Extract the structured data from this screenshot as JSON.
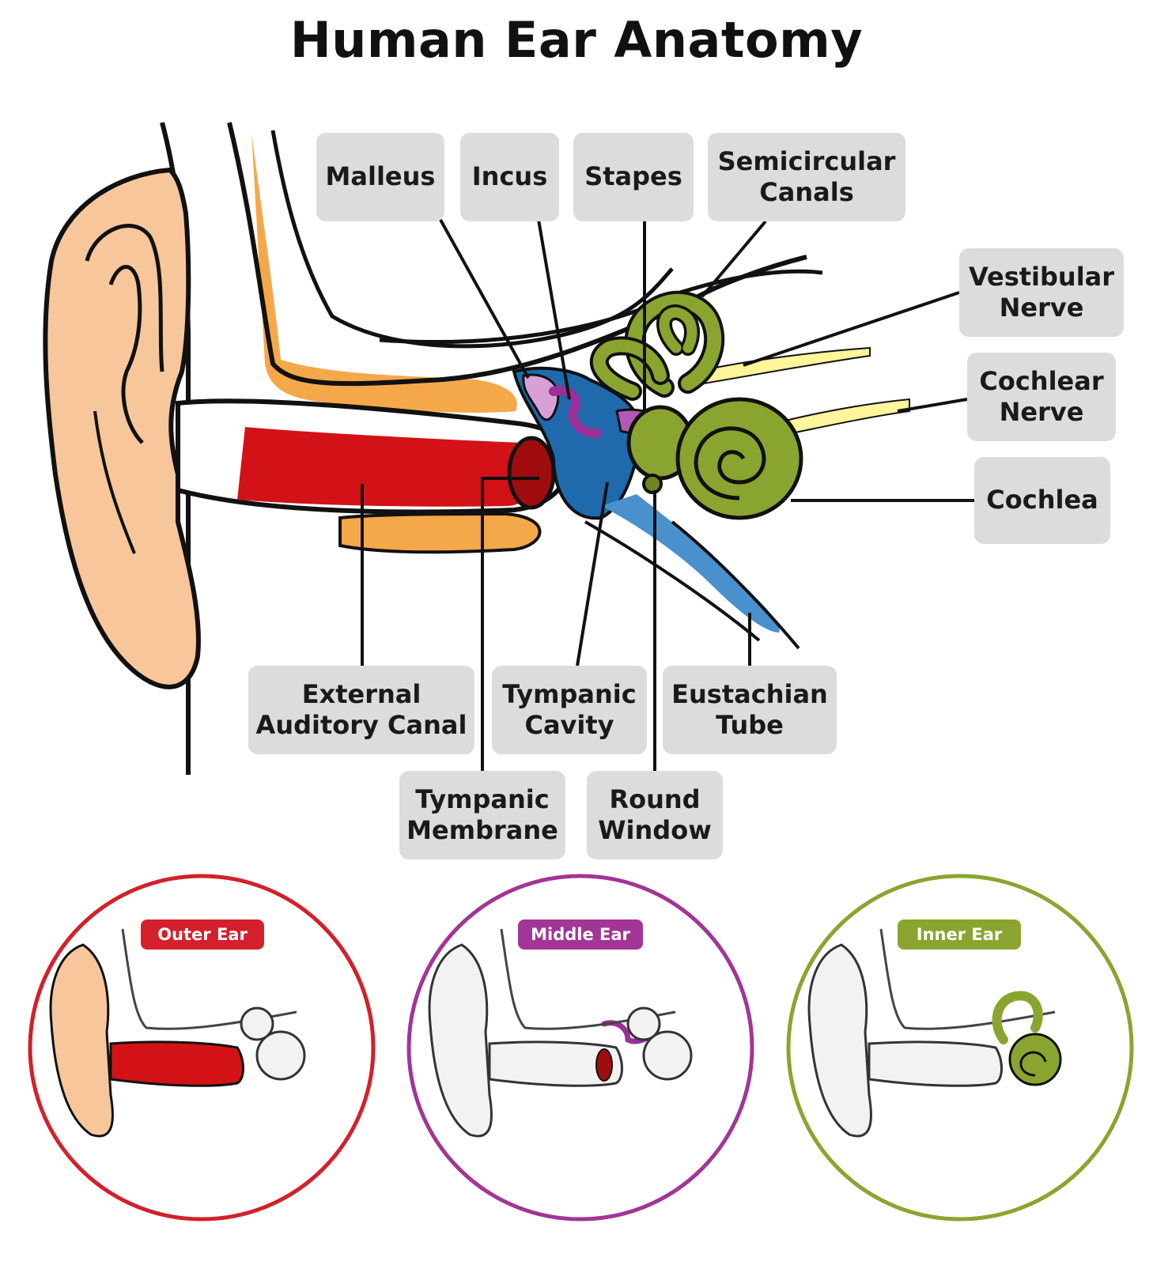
{
  "title": "Human Ear Anatomy",
  "labels": {
    "malleus": "Malleus",
    "incus": "Incus",
    "stapes": "Stapes",
    "semicircular_canals": "Semicircular\nCanals",
    "vestibular_nerve": "Vestibular\nNerve",
    "cochlear_nerve": "Cochlear\nNerve",
    "cochlea": "Cochlea",
    "external_auditory_canal": "External\nAuditory Canal",
    "tympanic_cavity": "Tympanic\nCavity",
    "eustachian_tube": "Eustachian\nTube",
    "tympanic_membrane": "Tympanic\nMembrane",
    "round_window": "Round\nWindow"
  },
  "sections": [
    {
      "name": "Outer Ear",
      "color": "#d3202a"
    },
    {
      "name": "Middle Ear",
      "color": "#a23596"
    },
    {
      "name": "Inner Ear",
      "color": "#8aa52f"
    }
  ],
  "colors": {
    "skin": "#f7c79b",
    "bone": "#f5a84a",
    "canal": "#d31217",
    "tympanic_membrane": "#a00d0f",
    "cavity": "#1e6aad",
    "eustachian": "#4a90cc",
    "ossicles_light": "#d9a0d8",
    "ossicles_dark": "#9a2f99",
    "inner_ear": "#8aa52f",
    "nerve": "#fff59a",
    "label_bg": "#dcdcdc"
  }
}
